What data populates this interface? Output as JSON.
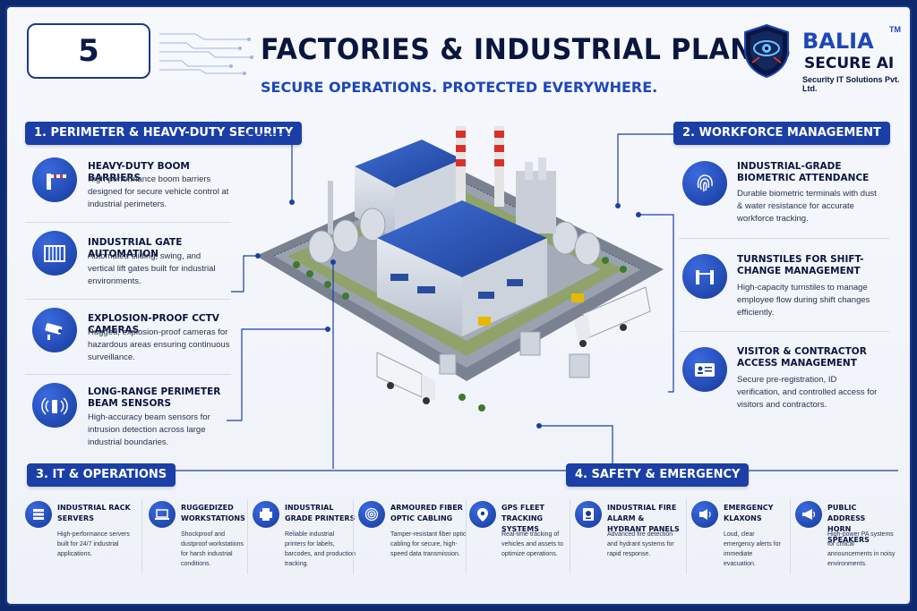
{
  "header": {
    "number": "5",
    "title": "FACTORIES & INDUSTRIAL PLANTS",
    "subtitle": "SECURE OPERATIONS. PROTECTED EVERYWHERE."
  },
  "brand": {
    "name": "BALIA",
    "tm": "TM",
    "sub": "SECURE AI",
    "tagline": "Security IT Solutions Pvt. Ltd."
  },
  "section1": {
    "title": "1. PERIMETER & HEAVY-DUTY SECURITY",
    "items": [
      {
        "title": "HEAVY-DUTY BOOM BARRIERS",
        "desc": "High-performance boom barriers designed for secure vehicle control at industrial perimeters.",
        "icon": "boom-barrier-icon"
      },
      {
        "title": "INDUSTRIAL GATE AUTOMATION",
        "desc": "Automated sliding, swing, and vertical lift gates built for industrial environments.",
        "icon": "gate-icon"
      },
      {
        "title": "EXPLOSION-PROOF CCTV CAMERAS",
        "desc": "Rugged, explosion-proof cameras for hazardous areas ensuring continuous surveillance.",
        "icon": "cctv-camera-icon"
      },
      {
        "title": "LONG-RANGE PERIMETER BEAM SENSORS",
        "desc": "High-accuracy beam sensors for intrusion detection across large industrial boundaries.",
        "icon": "beam-sensor-icon"
      }
    ]
  },
  "section2": {
    "title": "2. WORKFORCE MANAGEMENT",
    "items": [
      {
        "title": "INDUSTRIAL-GRADE BIOMETRIC ATTENDANCE",
        "desc": "Durable biometric terminals with dust & water resistance for accurate workforce tracking.",
        "icon": "fingerprint-icon"
      },
      {
        "title": "TURNSTILES FOR SHIFT-CHANGE MANAGEMENT",
        "desc": "High-capacity turnstiles to manage employee flow during shift changes efficiently.",
        "icon": "turnstile-icon"
      },
      {
        "title": "VISITOR & CONTRACTOR ACCESS MANAGEMENT",
        "desc": "Secure pre-registration, ID verification, and controlled access for visitors and contractors.",
        "icon": "id-card-icon"
      }
    ]
  },
  "section3": {
    "title": "3. IT & OPERATIONS",
    "items": [
      {
        "title": "INDUSTRIAL RACK SERVERS",
        "desc": "High-performance servers built for 24/7 industrial applications.",
        "icon": "server-icon"
      },
      {
        "title": "RUGGEDIZED WORKSTATIONS",
        "desc": "Shockproof and dustproof workstations for harsh industrial conditions.",
        "icon": "laptop-icon"
      },
      {
        "title": "INDUSTRIAL GRADE PRINTERS",
        "desc": "Reliable industrial printers for labels, barcodes, and production tracking.",
        "icon": "printer-icon"
      },
      {
        "title": "ARMOURED FIBER OPTIC CABLING",
        "desc": "Tamper-resistant fiber optic cabling for secure, high-speed data transmission.",
        "icon": "cable-icon"
      },
      {
        "title": "GPS FLEET TRACKING SYSTEMS",
        "desc": "Real-time tracking of vehicles and assets to optimize operations.",
        "icon": "gps-pin-icon"
      }
    ]
  },
  "section4": {
    "title": "4. SAFETY & EMERGENCY",
    "items": [
      {
        "title": "INDUSTRIAL FIRE ALARM & HYDRANT PANELS",
        "desc": "Advanced fire detection and hydrant systems for rapid response.",
        "icon": "fire-panel-icon"
      },
      {
        "title": "EMERGENCY KLAXONS",
        "desc": "Loud, clear emergency alerts for immediate evacuation.",
        "icon": "klaxon-icon"
      },
      {
        "title": "PUBLIC ADDRESS HORN SPEAKERS",
        "desc": "High-power PA systems for critical announcements in noisy environments.",
        "icon": "horn-speaker-icon"
      }
    ]
  },
  "colors": {
    "primary": "#1b3fa6",
    "dark": "#0a1540",
    "accent": "#e0322b"
  }
}
